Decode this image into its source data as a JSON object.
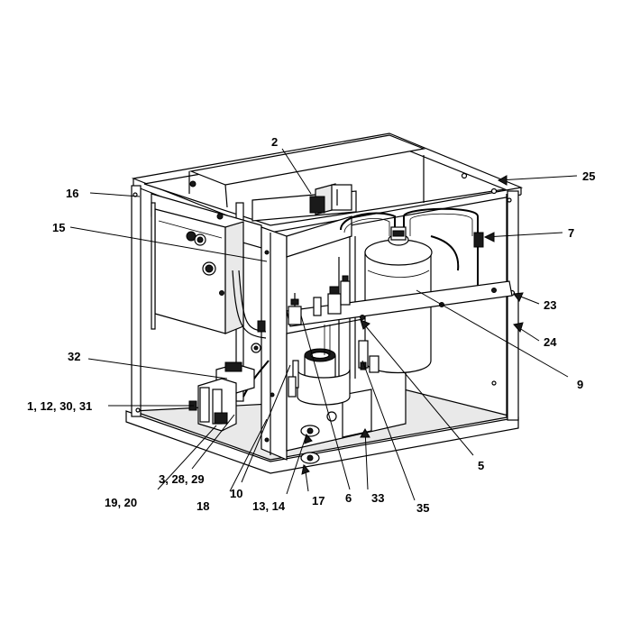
{
  "colors": {
    "ink": "#000000",
    "paper": "#ffffff",
    "shade": "#e9e9e9"
  },
  "callouts": [
    {
      "id": "c2",
      "text": "2"
    },
    {
      "id": "c16",
      "text": "16"
    },
    {
      "id": "c25",
      "text": "25"
    },
    {
      "id": "c15",
      "text": "15"
    },
    {
      "id": "c7",
      "text": "7"
    },
    {
      "id": "c23",
      "text": "23"
    },
    {
      "id": "c24",
      "text": "24"
    },
    {
      "id": "c9",
      "text": "9"
    },
    {
      "id": "c32",
      "text": "32"
    },
    {
      "id": "c1",
      "text": "1, 12, 30, 31"
    },
    {
      "id": "c5",
      "text": "5"
    },
    {
      "id": "c19",
      "text": "19, 20"
    },
    {
      "id": "c3",
      "text": "3, 28, 29"
    },
    {
      "id": "c18",
      "text": "18"
    },
    {
      "id": "c10",
      "text": "10"
    },
    {
      "id": "c13",
      "text": "13, 14"
    },
    {
      "id": "c17",
      "text": "17"
    },
    {
      "id": "c6",
      "text": "6"
    },
    {
      "id": "c33",
      "text": "33"
    },
    {
      "id": "c35",
      "text": "35"
    }
  ]
}
